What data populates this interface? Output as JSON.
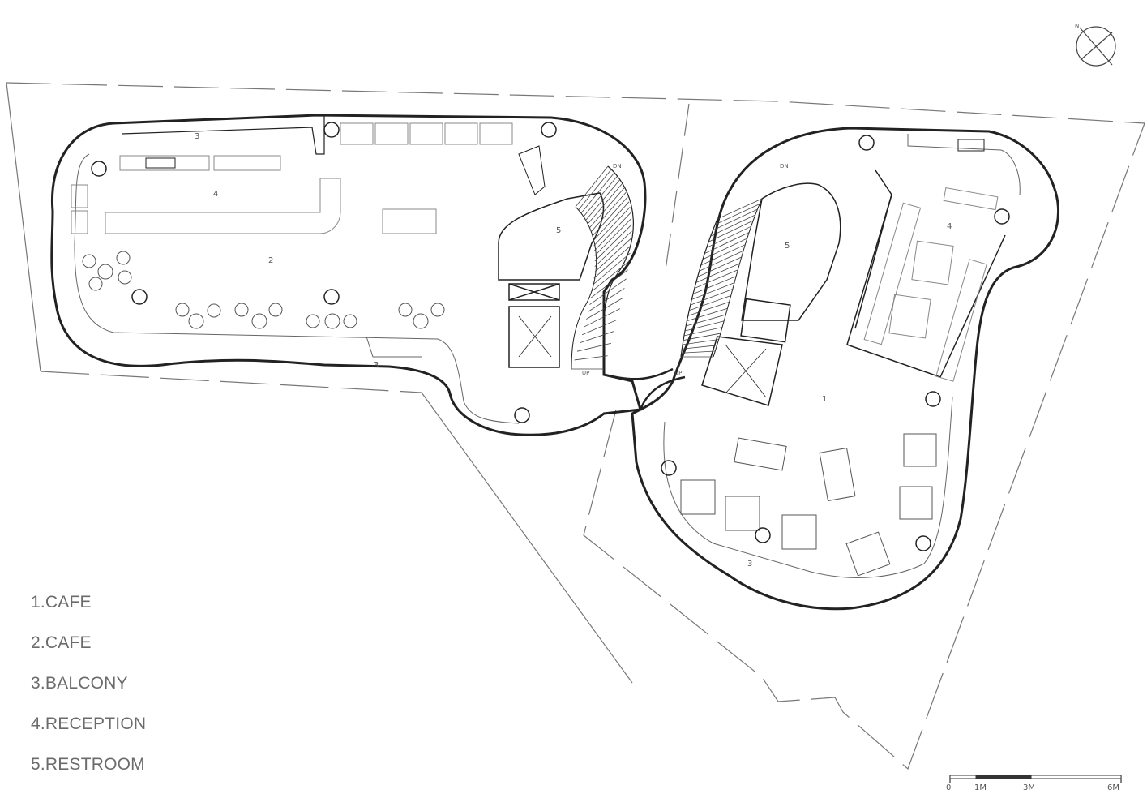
{
  "legend": [
    {
      "label": "1.CAFE"
    },
    {
      "label": "2.CAFE"
    },
    {
      "label": "3.BALCONY"
    },
    {
      "label": "4.RECEPTION"
    },
    {
      "label": "5.RESTROOM"
    }
  ],
  "rooms": {
    "cafe_main": "1",
    "cafe_west": "2",
    "balcony_nw": "3",
    "balcony_sw": "3",
    "balcony_se": "3",
    "reception_west": "4",
    "reception_east": "4",
    "restroom_west": "5",
    "restroom_east": "5"
  },
  "stairs": {
    "west_down": "DN",
    "west_up": "UP",
    "east_down": "DN",
    "east_up": "UP"
  },
  "scale_bar": {
    "ticks": [
      "0",
      "1M",
      "3M",
      "6M"
    ]
  },
  "north_arrow": {
    "letter": "N"
  }
}
